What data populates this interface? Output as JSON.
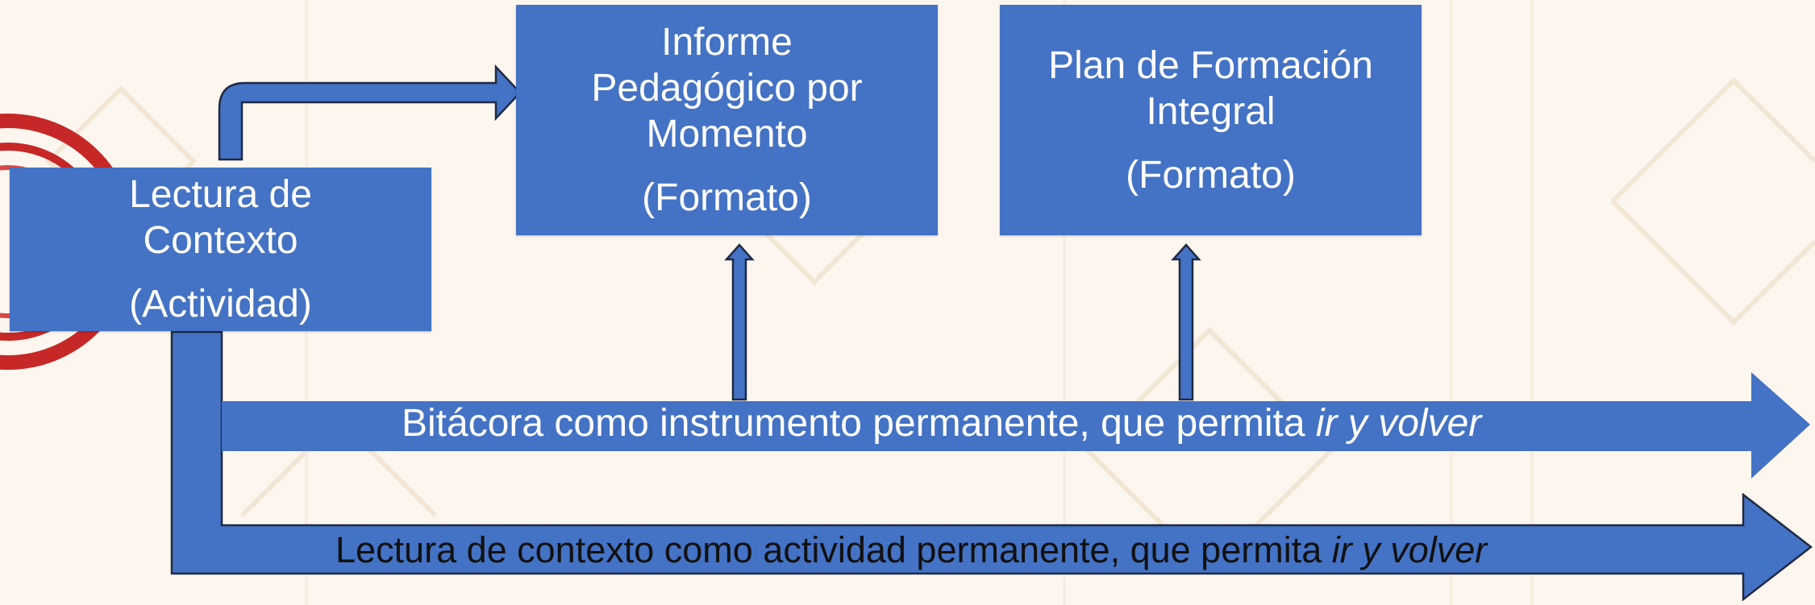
{
  "diagram": {
    "context_box": {
      "lines": [
        "Lectura de",
        "Contexto"
      ],
      "type": "(Actividad)"
    },
    "report_box": {
      "lines": [
        "Informe",
        "Pedagógico por",
        "Momento"
      ],
      "type": "(Formato)"
    },
    "plan_box": {
      "lines": [
        "Plan de Formación",
        "Integral"
      ],
      "type": "(Formato)"
    },
    "logbook_arrow": {
      "text": "Bitácora como instrumento permanente, que permita ",
      "emphasis": "ir y volver"
    },
    "context_arrow": {
      "text": "Lectura de contexto como actividad permanente, que permita ",
      "emphasis": "ir y volver"
    }
  },
  "colors": {
    "box_fill": "#4472c4",
    "outline": "#1f2a44",
    "background": "#fcf6ee",
    "decor_red": "#c62828"
  }
}
